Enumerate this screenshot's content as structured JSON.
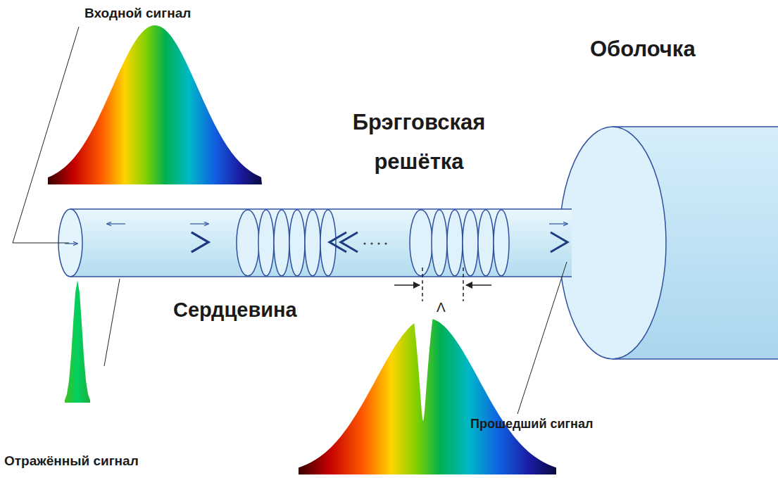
{
  "diagram": {
    "labels": [
      "Входной сигнал",
      "Брэгговская решётка",
      "Оболочка",
      "Сердцевина",
      "Λ",
      "Прошедший сигнал",
      "Отражённый сигнал"
    ]
  }
}
